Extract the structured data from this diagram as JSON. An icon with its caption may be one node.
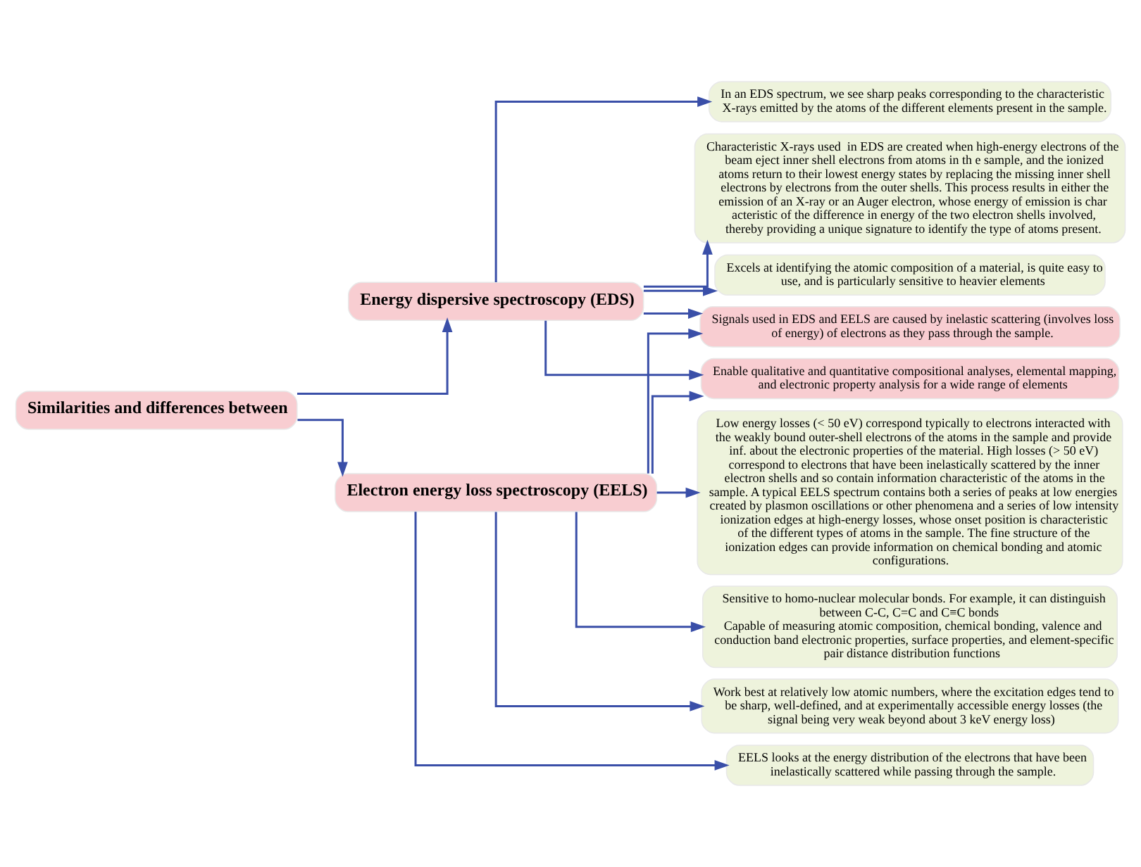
{
  "diagram": {
    "nodes": [
      {
        "text": [
          "Similarities and differences between"
        ]
      },
      {
        "text": [
          "Energy dispersive spectroscopy (EDS)"
        ]
      },
      {
        "text": [
          "Electron energy loss spectroscopy (EELS)"
        ]
      },
      {
        "text": [
          "In an EDS spectrum, we see sharp peaks corresponding to the characteristic X-rays emitted by the atoms of the different elements present in the sample."
        ]
      },
      {
        "text": [
          "Characteristic X-rays used  in EDS are created when high-energy electrons of the beam eject inner shell electrons from atoms in th e sample, and the ionized atoms return to their lowest energy states by replacing the missing inner shell electrons by electrons from the outer shells. This process results in either the emission of an X-ray or an Auger electron, whose energy of emission is char acteristic of the difference in energy of the two electron shells involved, thereby providing a unique signature to identify the type of atoms present."
        ]
      },
      {
        "text": [
          "Excels at identifying the atomic composition of a material, is quite easy to use, and is particularly sensitive to heavier elements"
        ]
      },
      {
        "text": [
          "EELS looks at the energy distribution of the electrons that have been inelastically scattered while passing through the sample."
        ]
      },
      {
        "text": [
          "Low energy losses (< 50 eV) correspond typically to electrons interacted with the weakly bound outer-shell electrons of the atoms in the sample and provide inf. about the electronic properties of the material. High losses (> 50 eV) correspond to electrons that have been inelastically scattered by the inner electron shells and so contain information characteristic of the atoms in the sample. A typical EELS spectrum contains both a series of peaks at low energies created by plasmon oscillations or other phenomena and a series of low intensity ionization edges at high-energy losses, whose onset position is characteristic of the different types of atoms in the sample. The fine structure of the ionization edges can provide information on chemical bonding and atomic configurations."
        ]
      },
      {
        "text": [
          "Sensitive to homo-nuclear molecular bonds. For example, it can distinguish between C-C, C=C and C≡C bonds",
          "Capable of measuring atomic composition, chemical bonding, valence and conduction band electronic properties, surface properties, and element-specific pair distance distribution functions"
        ]
      },
      {
        "text": [
          "Work best at relatively low atomic numbers, where the excitation edges tend to be sharp, well-defined, and at experimentally accessible energy losses (the signal being very weak beyond about 3 keV energy loss)"
        ]
      },
      {
        "text": [
          "Enable qualitative and quantitative compositional analyses, elemental mapping, and electronic property analysis for a wide range of elements"
        ]
      },
      {
        "text": [
          "Signals used in EDS and EELS are caused by inelastic scattering (involves loss of energy) of electrons as they pass through the sample."
        ]
      }
    ],
    "edges": [
      {
        "from": 0,
        "to": 1,
        "arrow": "to"
      },
      {
        "from": 0,
        "to": 2,
        "arrow": "to"
      },
      {
        "from": 1,
        "to": 3,
        "arrow": "to"
      },
      {
        "from": 1,
        "to": 4,
        "arrow": "to"
      },
      {
        "from": 1,
        "to": 5,
        "arrow": "to"
      },
      {
        "from": 1,
        "to": 10,
        "arrow": "to"
      },
      {
        "from": 1,
        "to": 11,
        "arrow": "to"
      },
      {
        "from": 2,
        "to": 6,
        "arrow": "to"
      },
      {
        "from": 2,
        "to": 7,
        "arrow": "to"
      },
      {
        "from": 2,
        "to": 8,
        "arrow": "to"
      },
      {
        "from": 2,
        "to": 9,
        "arrow": "to"
      },
      {
        "from": 2,
        "to": 10,
        "arrow": "to"
      },
      {
        "from": 2,
        "to": 11,
        "arrow": "to"
      }
    ]
  }
}
